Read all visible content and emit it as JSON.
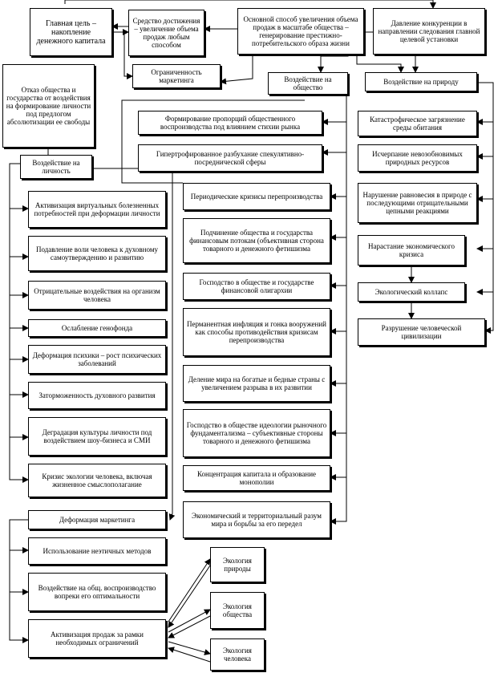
{
  "nodes": {
    "main_goal": "Главная цель – накопление денежного капитала",
    "means": "Средство достижения – увеличение объема продаж любым способом",
    "method": "Основной способ увеличения объема продаж в масштабе общества – генерирование престижно-потребительского образа жизни",
    "competition": "Давление конкуренции в направлении следования главной целевой установки",
    "limited_marketing": "Ограниченность маркетинга",
    "impact_society": "Воздействие на общество",
    "impact_nature": "Воздействие на природу",
    "refusal": "Отказ общества и государства от воздействия на формирование личности под предлогом абсолютизации ее свободы",
    "impact_personality": "Воздействие на личность",
    "deformation_marketing": "Деформация маркетинга"
  },
  "society_top": [
    "Формирование пропорций общественного воспроизводства под влиянием стихии рынка",
    "Гипертрофированное разбухание спекулятивно-посреднической сферы"
  ],
  "society_items": [
    "Периодические кризисы перепроизводства",
    "Подчинение общества и государства финансовым потокам (объективная сторона товарного и денежного фетишизма",
    "Господство в обществе и государстве финансовой олигархии",
    "Перманентная инфляция и гонка вооружений как способы противодействия кризисам перепроизводства",
    "Деление мира на богатые и бедные страны с увеличением разрыва в их развитии",
    "Господство в обществе идеологии рыночного фундаментализма – субъективные стороны товарного и денежного фетишизма",
    "Концентрация капитала и образование монополии",
    "Экономический и территориальный разум мира и борьбы за его передел"
  ],
  "nature_items": [
    "Катастрофическое загрязнение среды обитания",
    "Исчерпание невозобновимых природных ресурсов",
    "Нарушение равновесия в природе с последующими отрицательными цепными реакциями",
    "Нарастание экономического кризиса",
    "Экологический коллапс",
    "Разрушение человеческой цивилизации"
  ],
  "personality_items": [
    "Активизация виртуальных болезненных потребностей при деформации личности",
    "Подавление воли человека к духовному самоутверждению и развитию",
    "Отрицательные воздействия на организм человека",
    "Ослабление генофонда",
    "Деформация психики – рост психических заболеваний",
    "Заторможенность духовного развития",
    "Деградация культуры личности под воздействием шоу-бизнеса и СМИ",
    "Кризис экологии человека, включая жизненное смыслополагание"
  ],
  "marketing_items": [
    "Использование неэтичных методов",
    "Воздействие на общ. воспроизводство вопреки его оптимальности",
    "Активизация продаж за рамки необходимых ограничений"
  ],
  "ecology_items": [
    "Экология природы",
    "Экология общества",
    "Экология человека"
  ]
}
